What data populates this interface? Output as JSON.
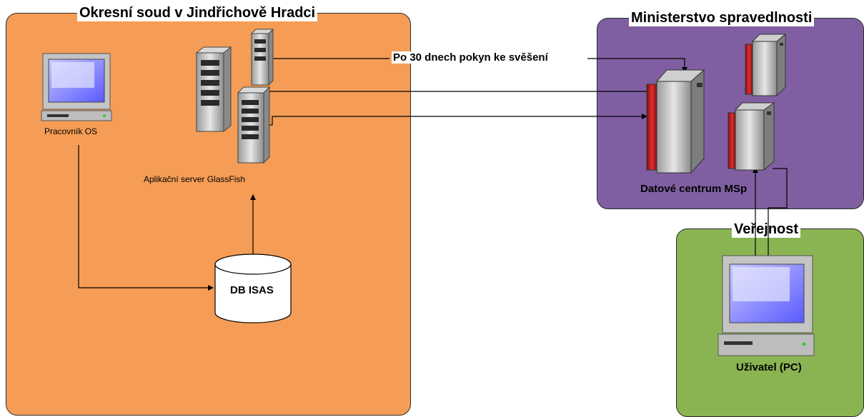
{
  "zones": {
    "court": {
      "title": "Okresní soud v Jindřichově Hradci"
    },
    "ministry": {
      "title": "Ministerstvo spravedlnosti"
    },
    "public": {
      "title": "Veřejnost"
    }
  },
  "nodes": {
    "workstation": {
      "label": "Pracovník OS",
      "icon": "desktop-computer-icon"
    },
    "app_server": {
      "label": "Aplikační server GlassFish",
      "icon": "tower-server-icon"
    },
    "database": {
      "label": "DB ISAS",
      "icon": "database-cylinder-icon"
    },
    "datacenter": {
      "label": "Datové centrum MSp",
      "icon": "mainframe-icon"
    },
    "user_pc": {
      "label": "Uživatel (PC)",
      "icon": "desktop-computer-icon"
    }
  },
  "connections": {
    "publish_instruction": {
      "label": "Po 30 dnech pokyn ke svěšení"
    }
  },
  "colors": {
    "court_zone": "#f59d56",
    "ministry_zone": "#7f5fa1",
    "public_zone": "#8ab452"
  }
}
